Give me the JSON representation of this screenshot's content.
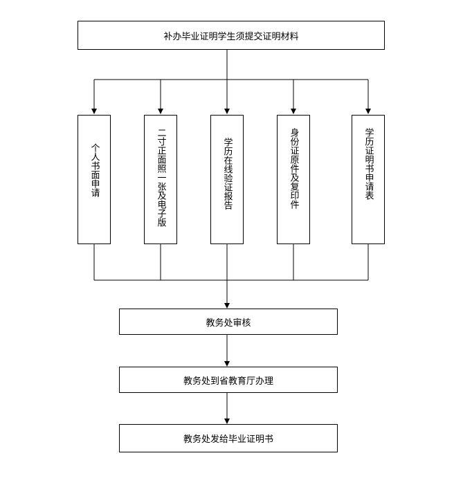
{
  "top_box": "补办毕业证明学生须提交证明材料",
  "materials": [
    "个人书面申请",
    "二寸正面照一张及电子版",
    "学历在线验证报告",
    "身份证原件及复印件",
    "学历证明书申请表"
  ],
  "steps": [
    "教务处审核",
    "教务处到省教育厅办理",
    "教务处发给毕业证明书"
  ]
}
